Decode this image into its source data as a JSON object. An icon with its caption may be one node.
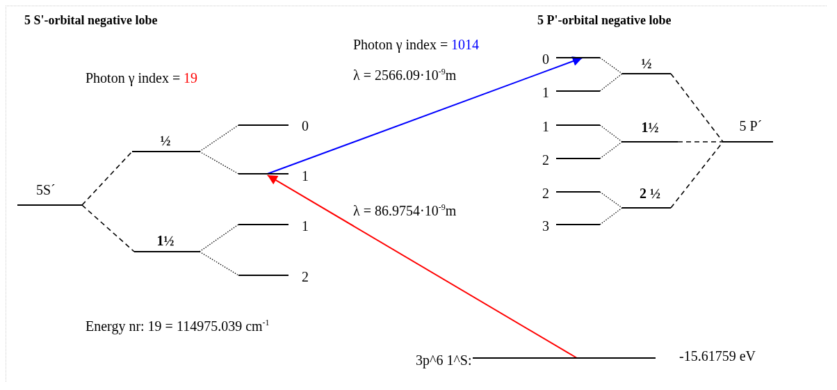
{
  "diagram": {
    "nodes": [
      {
        "text": [],
        "shape": "bar",
        "beside": [
          "5S´"
        ]
      },
      {
        "text": [],
        "shape": "bar",
        "beside": [
          "½"
        ]
      },
      {
        "text": [],
        "shape": "bar",
        "beside": [
          "1½"
        ]
      },
      {
        "text": [],
        "shape": "bar",
        "beside": [
          "0"
        ]
      },
      {
        "text": [],
        "shape": "bar",
        "beside": [
          "1"
        ]
      },
      {
        "text": [],
        "shape": "bar",
        "beside": [
          "1"
        ]
      },
      {
        "text": [],
        "shape": "bar",
        "beside": [
          "2"
        ]
      },
      {
        "text": [],
        "shape": "bar",
        "beside": [
          "3p^6 1^S:",
          "-15.61759 eV"
        ]
      },
      {
        "text": [],
        "shape": "bar",
        "beside": [
          "0"
        ]
      },
      {
        "text": [],
        "shape": "bar",
        "beside": [
          "1"
        ]
      },
      {
        "text": [],
        "shape": "bar",
        "beside": [
          "1"
        ]
      },
      {
        "text": [],
        "shape": "bar",
        "beside": [
          "2"
        ]
      },
      {
        "text": [],
        "shape": "bar",
        "beside": [
          "2"
        ]
      },
      {
        "text": [],
        "shape": "bar",
        "beside": [
          "3"
        ]
      },
      {
        "text": [],
        "shape": "bar",
        "beside": [
          "½"
        ]
      },
      {
        "text": [],
        "shape": "bar",
        "beside": [
          "1½"
        ]
      },
      {
        "text": [],
        "shape": "bar",
        "beside": [
          "2 ½"
        ]
      },
      {
        "text": [],
        "shape": "bar",
        "beside": [
          "5 P´"
        ]
      }
    ],
    "edges": [
      {
        "from": 0,
        "to": 1,
        "arrow": "none",
        "style": "dashed"
      },
      {
        "from": 0,
        "to": 2,
        "arrow": "none",
        "style": "dashed"
      },
      {
        "from": 1,
        "to": 3,
        "arrow": "none",
        "style": "dashed"
      },
      {
        "from": 1,
        "to": 4,
        "arrow": "none",
        "style": "dashed"
      },
      {
        "from": 2,
        "to": 5,
        "arrow": "none",
        "style": "dashed"
      },
      {
        "from": 2,
        "to": 6,
        "arrow": "none",
        "style": "dashed"
      },
      {
        "from": 7,
        "to": 4,
        "arrow": "to",
        "color": "#ff0000"
      },
      {
        "from": 4,
        "to": 8,
        "arrow": "to",
        "color": "#0000ff"
      },
      {
        "from": 8,
        "to": 14,
        "arrow": "none",
        "style": "dashed"
      },
      {
        "from": 9,
        "to": 14,
        "arrow": "none",
        "style": "dashed"
      },
      {
        "from": 10,
        "to": 15,
        "arrow": "none",
        "style": "dashed"
      },
      {
        "from": 11,
        "to": 15,
        "arrow": "none",
        "style": "dashed"
      },
      {
        "from": 12,
        "to": 16,
        "arrow": "none",
        "style": "dashed"
      },
      {
        "from": 13,
        "to": 16,
        "arrow": "none",
        "style": "dashed"
      },
      {
        "from": 14,
        "to": 17,
        "arrow": "none",
        "style": "dashed"
      },
      {
        "from": 15,
        "to": 17,
        "arrow": "none",
        "style": "dashed"
      },
      {
        "from": 16,
        "to": 17,
        "arrow": "none",
        "style": "dashed"
      }
    ],
    "labels": [
      "5 S'-orbital negative lobe",
      "5 P'-orbital negative lobe",
      "Photon γ index =",
      "1014",
      "Photon γ index =",
      "19",
      "λ = 2566.09·10$^{-9}$m",
      "λ = 86.9754·10$^{-9}$m",
      "Energy nr: 19 = 114975.039 cm$^{-1}$"
    ]
  }
}
